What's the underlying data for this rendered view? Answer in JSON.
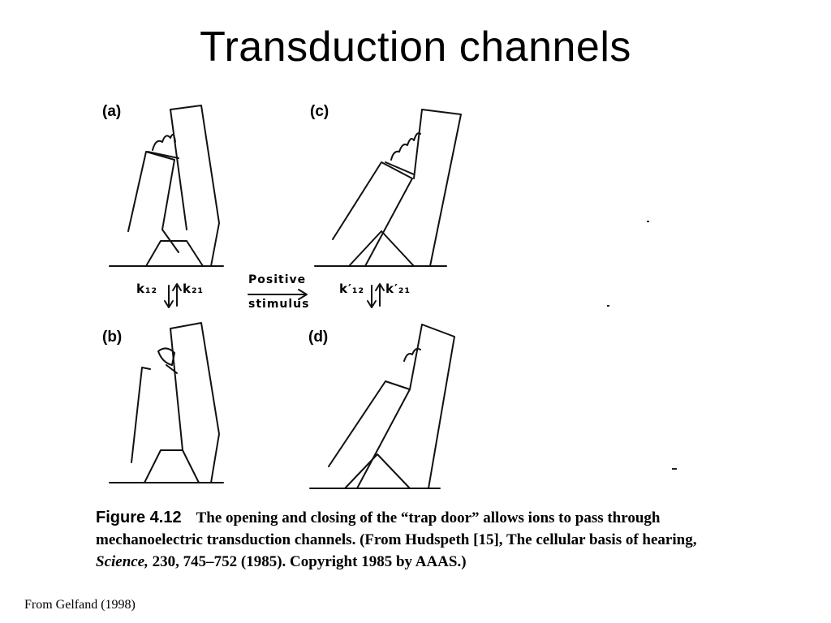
{
  "slide": {
    "title": "Transduction channels",
    "source": "From Gelfand (1998)"
  },
  "figure": {
    "panels": {
      "a": "(a)",
      "b": "(b)",
      "c": "(c)",
      "d": "(d)"
    },
    "rates_left": {
      "forward": "k₁₂",
      "reverse": "k₂₁"
    },
    "rates_right": {
      "forward": "k′₁₂",
      "reverse": "k′₂₁"
    },
    "stimulus_line1": "Positive",
    "stimulus_line2": "stimulus",
    "caption": {
      "label": "Figure 4.12",
      "text_part1": "The opening and closing of the “trap door” allows ions to pass through mechanoelectric transduction channels. (From Hudspeth [15], The cellular basis of hearing, ",
      "journal": "Science,",
      "text_part2": " 230, 745–752 (1985). Copyright 1985 by AAAS.)"
    }
  }
}
